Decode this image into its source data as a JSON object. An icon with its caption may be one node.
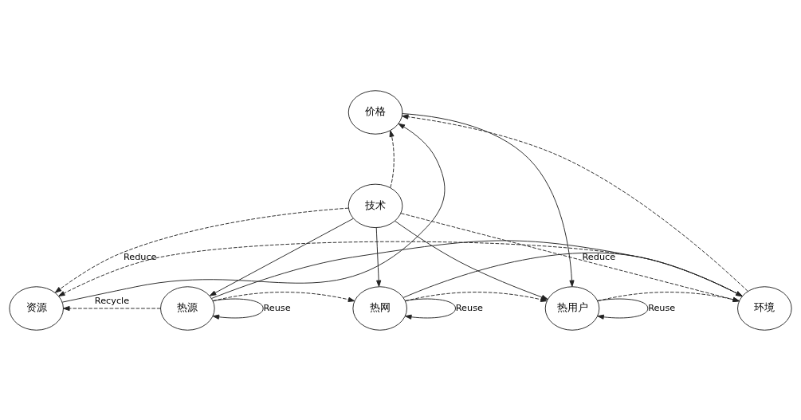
{
  "diagram": {
    "nodes": [
      {
        "text": [
          "价格"
        ]
      },
      {
        "text": [
          "技术"
        ]
      },
      {
        "text": [
          "资源"
        ]
      },
      {
        "text": [
          "热源"
        ]
      },
      {
        "text": [
          "热网"
        ]
      },
      {
        "text": [
          "热用户"
        ]
      },
      {
        "text": [
          "环境"
        ]
      }
    ],
    "edges": [
      {
        "from": 2,
        "to": 0,
        "arrow": "to"
      },
      {
        "from": 6,
        "to": 0,
        "arrow": "to",
        "style": "dashed"
      },
      {
        "from": 0,
        "to": 5,
        "arrow": "to"
      },
      {
        "from": 1,
        "to": 0,
        "arrow": "to",
        "style": "dashed"
      },
      {
        "from": 1,
        "to": 2,
        "arrow": "to",
        "style": "dashed",
        "label": "Reduce"
      },
      {
        "from": 1,
        "to": 6,
        "arrow": "to",
        "style": "dashed",
        "label": "Reduce"
      },
      {
        "from": 1,
        "to": 3,
        "arrow": "to"
      },
      {
        "from": 1,
        "to": 4,
        "arrow": "to"
      },
      {
        "from": 1,
        "to": 5,
        "arrow": "to"
      },
      {
        "from": 3,
        "to": 2,
        "arrow": "to",
        "style": "dashed",
        "label": "Recycle"
      },
      {
        "from": 3,
        "to": 4,
        "arrow": "to",
        "style": "dashed"
      },
      {
        "from": 4,
        "to": 5,
        "arrow": "to",
        "style": "dashed"
      },
      {
        "from": 5,
        "to": 6,
        "arrow": "to",
        "style": "dashed"
      },
      {
        "from": 3,
        "to": 3,
        "arrow": "to",
        "label": "Reuse"
      },
      {
        "from": 4,
        "to": 4,
        "arrow": "to",
        "label": "Reuse"
      },
      {
        "from": 5,
        "to": 5,
        "arrow": "to",
        "label": "Reuse"
      },
      {
        "from": 3,
        "to": 6,
        "arrow": "to"
      },
      {
        "from": 4,
        "to": 6,
        "arrow": "to"
      },
      {
        "from": 6,
        "to": 2,
        "arrow": "to",
        "style": "dashed"
      }
    ]
  }
}
